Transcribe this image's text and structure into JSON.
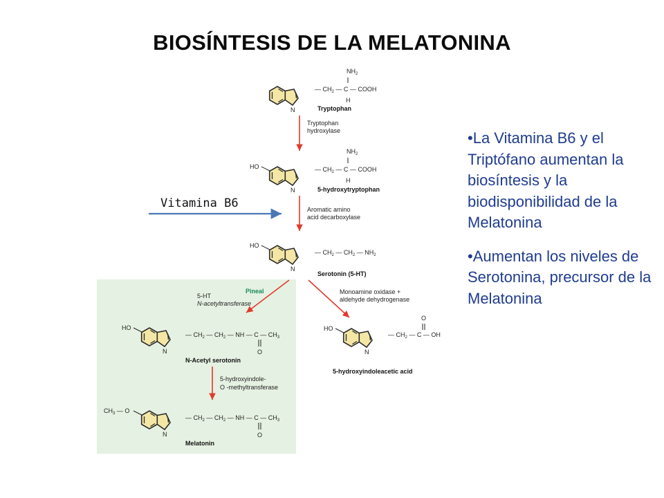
{
  "title": "BIOSÍNTESIS DE LA MELATONINA",
  "pathway": {
    "compounds": {
      "tryptophan": "Tryptophan",
      "hydroxytryptophan": "5-hydroxytryptophan",
      "serotonin": "Serotonin (5-HT)",
      "n_acetyl_serotonin": "N-Acetyl serotonin",
      "melatonin": "Melatonin",
      "hiaa": "5-hydroxyindoleacetic acid"
    },
    "enzymes": {
      "tryptophan_hydroxylase": [
        "Tryptophan",
        "hydroxylase"
      ],
      "aromatic_decarboxylase": [
        "Aromatic amino",
        "acid decarboxylase"
      ],
      "acetyltransferase": [
        "5-HT",
        "N-acetyltransferase"
      ],
      "methyltransferase": [
        "5-hydroxyindole-",
        "O -methyltransferase"
      ],
      "mao": [
        "Monoamine oxidase +",
        "aldehyde dehydrogenase"
      ]
    },
    "pineal_label": "Pineal",
    "colors": {
      "arrow": "#e03a2e",
      "pineal_label": "#1a8a5a",
      "pineal_background": "#e5f1e2",
      "ring_fill": "#f4e7a6",
      "ring_stroke": "#2a2a2a",
      "vitamin_arrow": "#4a78b4"
    }
  },
  "vitamin_label": "Vitamina B6",
  "notes": [
    "•La Vitamina B6 y el Triptófano aumentan la biosíntesis y la biodisponibilidad de la Melatonina",
    "•Aumentan los niveles de Serotonina, precursor de la Melatonina"
  ],
  "notes_color": "#1f3c8f"
}
